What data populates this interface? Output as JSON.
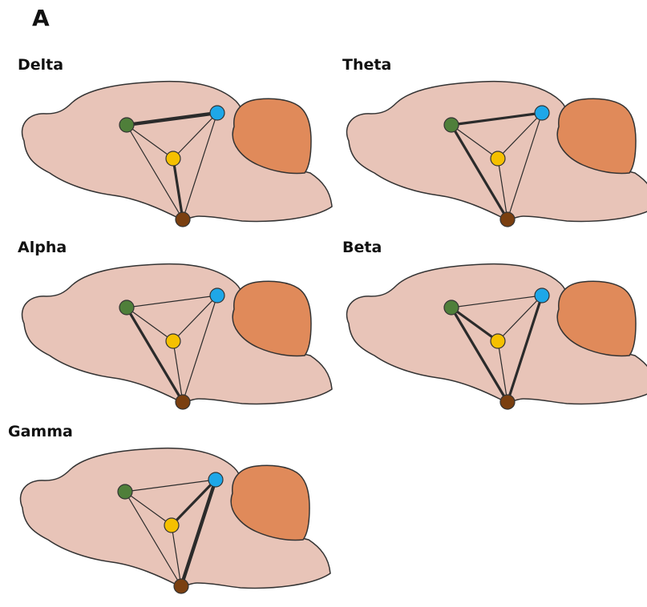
{
  "figure": {
    "panel_label": "A"
  },
  "colors": {
    "brain_fill": "#e8c4b8",
    "brain_stroke": "#333333",
    "cerebellum_fill": "#e08a5a",
    "cerebellum_stroke": "#333333",
    "edge": "#2b2b2b",
    "node_stroke": "#333333"
  },
  "nodes": [
    {
      "id": "green",
      "color": "#4f7f3a"
    },
    {
      "id": "blue",
      "color": "#1ea7e8"
    },
    {
      "id": "yellow",
      "color": "#f5c000"
    },
    {
      "id": "brown",
      "color": "#7a3f10"
    }
  ],
  "panels": [
    {
      "id": "delta",
      "title": "Delta",
      "edges": [
        {
          "from": "green",
          "to": "blue",
          "strength": 4
        },
        {
          "from": "green",
          "to": "yellow",
          "strength": 1
        },
        {
          "from": "green",
          "to": "brown",
          "strength": 1
        },
        {
          "from": "blue",
          "to": "yellow",
          "strength": 1
        },
        {
          "from": "blue",
          "to": "brown",
          "strength": 1
        },
        {
          "from": "yellow",
          "to": "brown",
          "strength": 3
        }
      ]
    },
    {
      "id": "theta",
      "title": "Theta",
      "edges": [
        {
          "from": "green",
          "to": "blue",
          "strength": 3
        },
        {
          "from": "green",
          "to": "yellow",
          "strength": 1
        },
        {
          "from": "green",
          "to": "brown",
          "strength": 3
        },
        {
          "from": "blue",
          "to": "yellow",
          "strength": 1
        },
        {
          "from": "blue",
          "to": "brown",
          "strength": 1
        },
        {
          "from": "yellow",
          "to": "brown",
          "strength": 1
        }
      ]
    },
    {
      "id": "alpha",
      "title": "Alpha",
      "edges": [
        {
          "from": "green",
          "to": "blue",
          "strength": 1
        },
        {
          "from": "green",
          "to": "yellow",
          "strength": 1
        },
        {
          "from": "green",
          "to": "brown",
          "strength": 3
        },
        {
          "from": "blue",
          "to": "yellow",
          "strength": 1
        },
        {
          "from": "blue",
          "to": "brown",
          "strength": 1
        },
        {
          "from": "yellow",
          "to": "brown",
          "strength": 1
        }
      ]
    },
    {
      "id": "beta",
      "title": "Beta",
      "edges": [
        {
          "from": "green",
          "to": "blue",
          "strength": 1
        },
        {
          "from": "green",
          "to": "yellow",
          "strength": 3
        },
        {
          "from": "green",
          "to": "brown",
          "strength": 3
        },
        {
          "from": "blue",
          "to": "yellow",
          "strength": 1
        },
        {
          "from": "blue",
          "to": "brown",
          "strength": 3
        },
        {
          "from": "yellow",
          "to": "brown",
          "strength": 1
        }
      ]
    },
    {
      "id": "gamma",
      "title": "Gamma",
      "edges": [
        {
          "from": "green",
          "to": "blue",
          "strength": 1
        },
        {
          "from": "green",
          "to": "yellow",
          "strength": 1
        },
        {
          "from": "green",
          "to": "brown",
          "strength": 1
        },
        {
          "from": "blue",
          "to": "yellow",
          "strength": 3
        },
        {
          "from": "blue",
          "to": "brown",
          "strength": 4
        },
        {
          "from": "yellow",
          "to": "brown",
          "strength": 1
        }
      ]
    }
  ]
}
